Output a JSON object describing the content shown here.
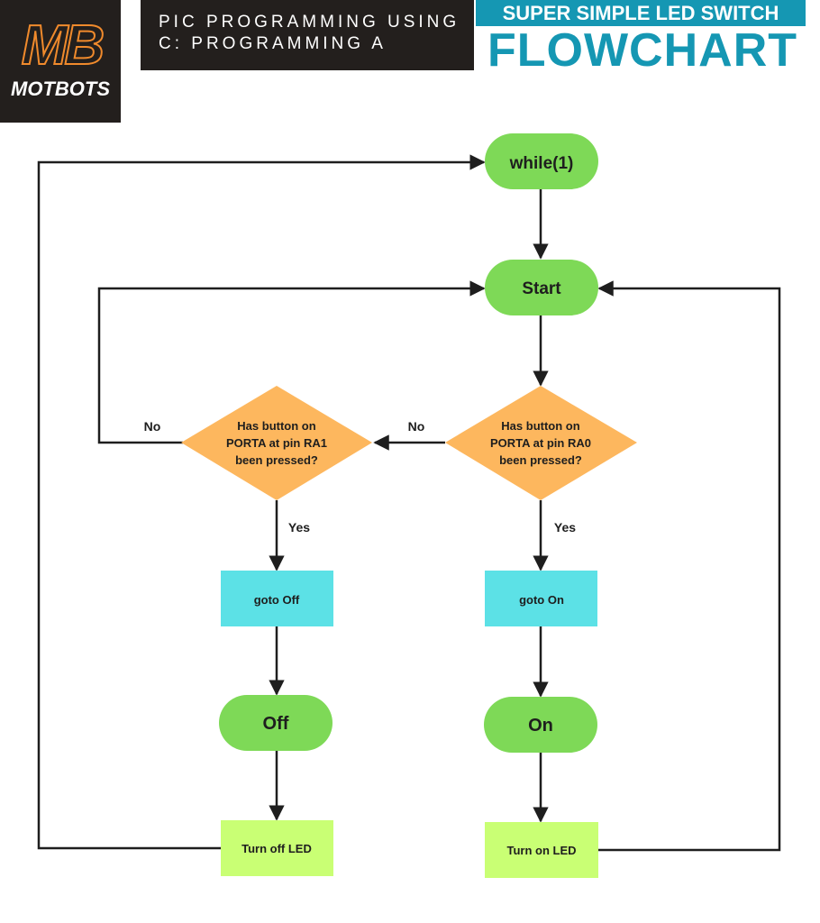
{
  "brand": {
    "logo_letters": "MB",
    "logo_name": "MOTBOTS",
    "logo_accent": "#f08a2c"
  },
  "header": {
    "subtitle_line1": "PIC PROGRAMMING USING",
    "subtitle_line2": "C: PROGRAMMING A",
    "title_top": "SUPER SIMPLE LED SWITCH",
    "title_main": "FLOWCHART",
    "accent_color": "#1597b3"
  },
  "flowchart": {
    "colors": {
      "terminal": "#7ed957",
      "decision": "#fdb75e",
      "process_goto": "#5ce1e6",
      "process_led": "#c9ff74",
      "line": "#1e1e1e"
    },
    "nodes": {
      "while": "while(1)",
      "start": "Start",
      "decision_ra1": [
        "Has button on",
        "PORTA at pin RA1",
        "been pressed?"
      ],
      "decision_ra0": [
        "Has button on",
        "PORTA at pin RA0",
        "been pressed?"
      ],
      "goto_off": "goto Off",
      "goto_on": "goto On",
      "off": "Off",
      "on": "On",
      "turn_off_led": "Turn off LED",
      "turn_on_led": "Turn on LED"
    },
    "edge_labels": {
      "no_ra1": "No",
      "no_ra0": "No",
      "yes_ra1": "Yes",
      "yes_ra0": "Yes"
    }
  }
}
